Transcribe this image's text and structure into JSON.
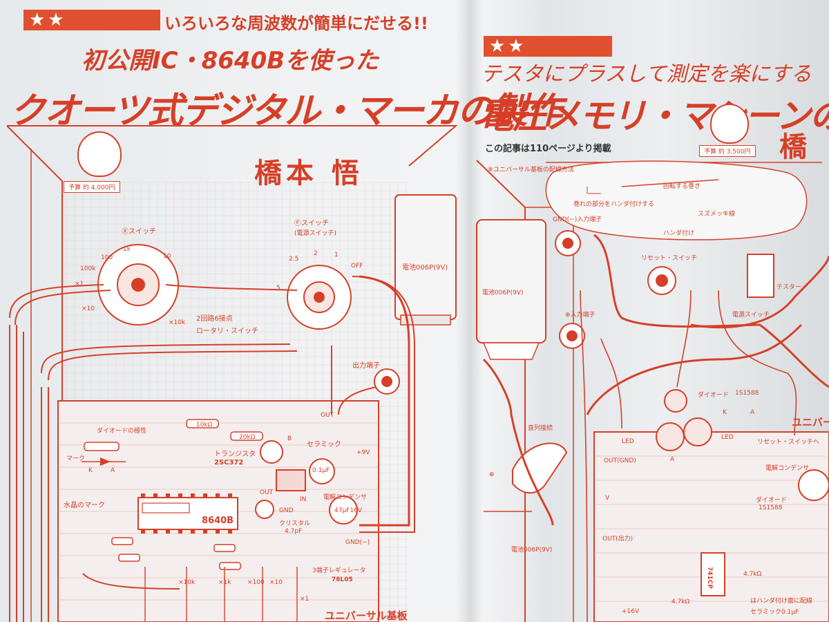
{
  "left_page": {
    "stars": "★★",
    "kicker": "いろいろな周波数が簡単にだせる!!",
    "subtitle": "初公開IC・8640Bを使った",
    "title": "クオーツ式デジタル・マーカの製作",
    "author": "橋本 悟",
    "budget": "予算 約 4,000円",
    "labels": {
      "x_switch": "Ⓧスイッチ",
      "f_switch": "Ⓕスイッチ",
      "power_switch": "(電源スイッチ)",
      "rotary_desc": "2回路6接点",
      "rotary": "ロータリ・スイッチ",
      "output_terminal": "出力端子",
      "battery": "電池006P(9V)",
      "diode_polarity": "ダイオードの極性",
      "marker": "マーク",
      "transistor": "トランジスタ",
      "transistor_model": "2SC372",
      "ceramic": "セラミック",
      "ceramic_value": "0.1μF",
      "plus_9v": "+9V",
      "crystal_mark": "水晶のマーク",
      "ic": "8640B",
      "crystal": "クリスタル",
      "crystal_value": "4.7pF",
      "electrolytic": "電解コンデンサ",
      "electrolytic_value": "47μF16V",
      "gnd_minus": "GND(−)",
      "regulator": "3端子レギュレータ",
      "regulator_model": "78L05",
      "board": "ユニバーサル基板",
      "r1": "10kΩ",
      "r2": "20kΩ",
      "out": "OUT",
      "in": "IN",
      "gnd": "GND",
      "off": "OFF",
      "k": "K",
      "a": "A",
      "b": "B",
      "dial_1k": "1k",
      "dial_100": "100",
      "dial_10": "10",
      "dial_100k": "100k",
      "dial_x1": "×1",
      "dial_x10": "×10",
      "dial_x10k": "×10k",
      "dial_25": "2.5",
      "dial_2": "2",
      "dial_1": "1",
      "dial_5": "5",
      "bottom_x10k": "×10k",
      "bottom_x1k": "×1k",
      "bottom_x100": "×100",
      "bottom_x10": "×10",
      "bottom_x1": "×1"
    }
  },
  "right_page": {
    "stars": "★★",
    "kicker": "テスタにプラスして測定を楽にする",
    "title": "電圧メモリ・マシーンの製",
    "author_partial": "橋",
    "article_ref": "この記事は110ページより掲載",
    "budget": "予算 約 3,500円",
    "labels": {
      "universal_wiring": "⑧ユニバーサル基板の配線方法",
      "rotate_part": "回転する巻き",
      "solder_part": "巻れの部分をハンダ付けする",
      "solder": "ハンダ付け",
      "stainless": "スズメッキ線",
      "gnd_terminal": "GND(−)入力端子",
      "reset_switch": "リセット・スイッチ",
      "battery": "電池006P(9V)",
      "plus_input": "⊕入力端子",
      "power_switch": "電源スイッチ",
      "tester": "テスター",
      "diode": "ダイオード",
      "diode_model": "1S1588",
      "series": "直列接続",
      "led": "LED",
      "out_gnd": "OUT(GND)",
      "out_out": "OUT(出力)",
      "reset_to": "リセット・スイッチへ",
      "electrolytic": "電解コンデンサ",
      "diode2": "ダイオード",
      "diode2_model": "1S1588",
      "opamp": "741CP",
      "plus_16v": "+16V",
      "r_47k": "4.7kΩ",
      "r_47k_b": "4.7kΩ",
      "solder_note": "はハンダ付け面に配線",
      "ceramic": "セラミック0.1μF",
      "board": "ユニバー",
      "plus": "⊕",
      "v": "V",
      "k": "K",
      "a": "A"
    }
  },
  "colors": {
    "accent": "#e0502f",
    "ink": "#d63f27",
    "paper": "#eef0f2"
  }
}
